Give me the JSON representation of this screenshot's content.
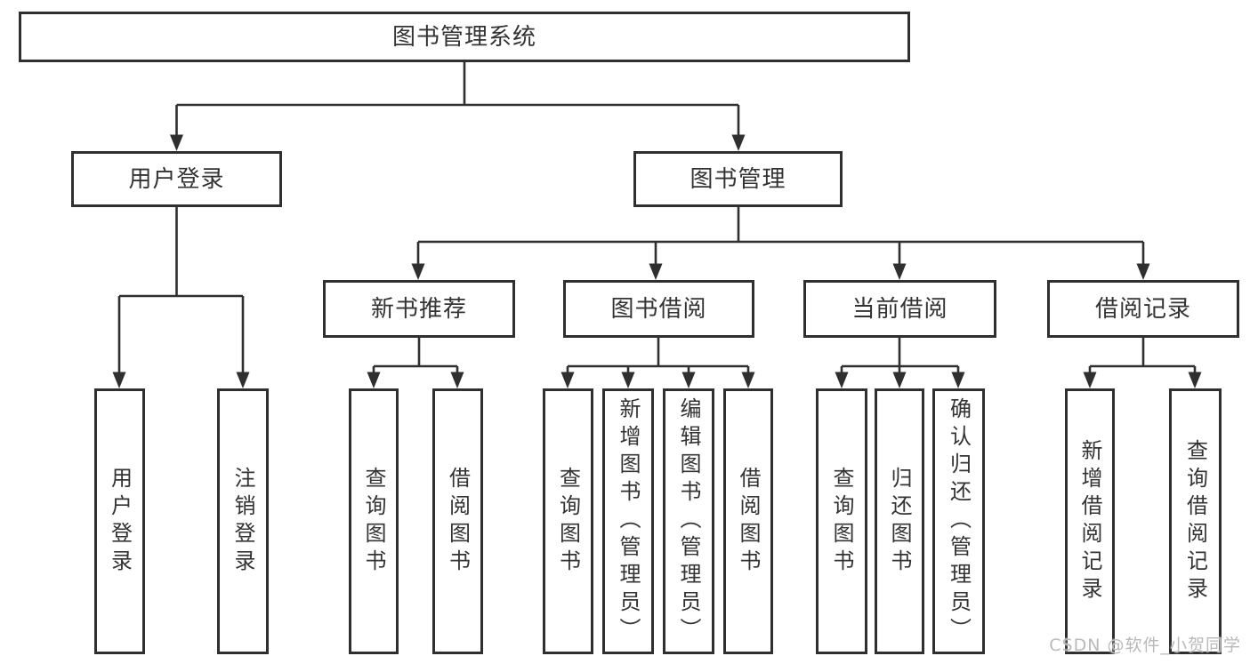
{
  "diagram": {
    "root": {
      "label": "图书管理系统"
    },
    "level2": [
      {
        "label": "用户登录"
      },
      {
        "label": "图书管理"
      }
    ],
    "level3": [
      {
        "label": "新书推荐"
      },
      {
        "label": "图书借阅"
      },
      {
        "label": "当前借阅"
      },
      {
        "label": "借阅记录"
      }
    ],
    "leaves": [
      {
        "label": "用户登录"
      },
      {
        "label": "注销登录"
      },
      {
        "label": "查询图书"
      },
      {
        "label": "借阅图书"
      },
      {
        "label": "查询图书"
      },
      {
        "label": "新增图书（管理员）"
      },
      {
        "label": "编辑图书（管理员）"
      },
      {
        "label": "借阅图书"
      },
      {
        "label": "查询图书"
      },
      {
        "label": "归还图书"
      },
      {
        "label": "确认归还（管理员）"
      },
      {
        "label": "新增借阅记录"
      },
      {
        "label": "查询借阅记录"
      }
    ],
    "watermark": "CSDN @软件_小贺同学",
    "colors": {
      "line": "#2f2f2f",
      "box_border": "#2f2f2f",
      "text": "#333333",
      "watermark": "#b9b9b9",
      "background": "#ffffff"
    }
  }
}
